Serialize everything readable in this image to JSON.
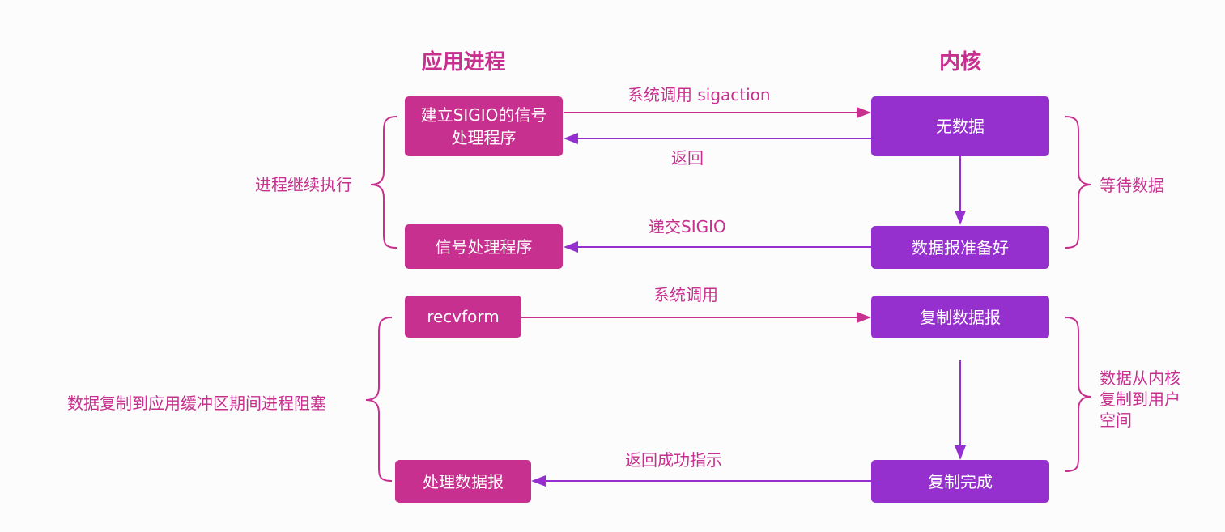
{
  "headings": {
    "app_process": "应用进程",
    "kernel": "内核"
  },
  "app_boxes": {
    "setup_handler": "建立SIGIO的信号处理程序",
    "signal_handler": "信号处理程序",
    "recvform": "recvform",
    "process_datagram": "处理数据报"
  },
  "kernel_boxes": {
    "no_data": "无数据",
    "datagram_ready": "数据报准备好",
    "copy_datagram": "复制数据报",
    "copy_done": "复制完成"
  },
  "arrow_labels": {
    "syscall_sigaction": "系统调用 sigaction",
    "return": "返回",
    "deliver_sigio": "递交SIGIO",
    "syscall": "系统调用",
    "return_success": "返回成功指示"
  },
  "brace_notes": {
    "process_continues": "进程继续执行",
    "wait_for_data": "等待数据",
    "blocked_during_copy": "数据复制到应用缓冲区期间进程阻塞",
    "copy_kernel_to_user": "数据从内核复制到用户空间"
  },
  "colors": {
    "app": "#c8308f",
    "kernel": "#9530cf",
    "background": "#fcfcfd"
  }
}
